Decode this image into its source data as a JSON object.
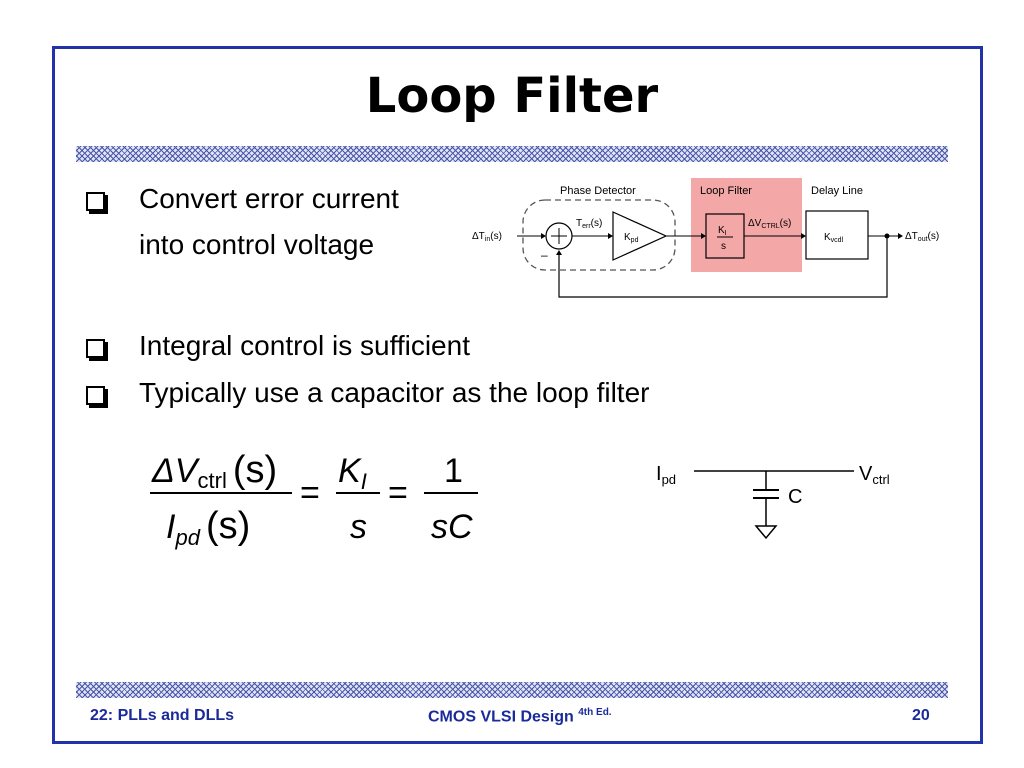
{
  "slide": {
    "title": "Loop Filter",
    "bullets": [
      {
        "line1": "Convert error current",
        "line2": "into control voltage"
      },
      {
        "text": "Integral control is sufficient"
      },
      {
        "text": "Typically use a capacitor as the loop filter"
      }
    ]
  },
  "block_diagram": {
    "phase_detector_label": "Phase Detector",
    "loop_filter_label": "Loop Filter",
    "delay_line_label": "Delay Line",
    "input": "ΔT",
    "input_sub": "in",
    "input_arg": "(s)",
    "err": "T",
    "err_sub": "err",
    "err_arg": "(s)",
    "kpd": "K",
    "kpd_sub": "pd",
    "ki_num": "K",
    "ki_sub": "I",
    "ki_den": "s",
    "vctrl": "ΔV",
    "vctrl_sub": "CTRL",
    "vctrl_arg": "(s)",
    "kvcdl": "K",
    "kvcdl_sub": "vcdl",
    "output": "ΔT",
    "output_sub": "out",
    "output_arg": "(s)",
    "minus": "–",
    "highlight_color": "#f4a7a7"
  },
  "equation": {
    "lhs_num": "ΔV",
    "lhs_num_sub": "ctrl",
    "lhs_arg": "(s)",
    "lhs_den": "I",
    "lhs_den_sub": "pd",
    "eq1": "=",
    "mid_num": "K",
    "mid_num_sub": "I",
    "mid_den": "s",
    "eq2": "=",
    "rhs_num": "1",
    "rhs_den": "sC"
  },
  "circuit": {
    "input": "I",
    "input_sub": "pd",
    "output": "V",
    "output_sub": "ctrl",
    "cap": "C"
  },
  "footer": {
    "left": "22: PLLs and DLLs",
    "center": "CMOS VLSI Design",
    "center_sup": "4th Ed.",
    "page": "20",
    "color": "#1a2a9a"
  },
  "theme": {
    "frame_color": "#2233aa"
  }
}
